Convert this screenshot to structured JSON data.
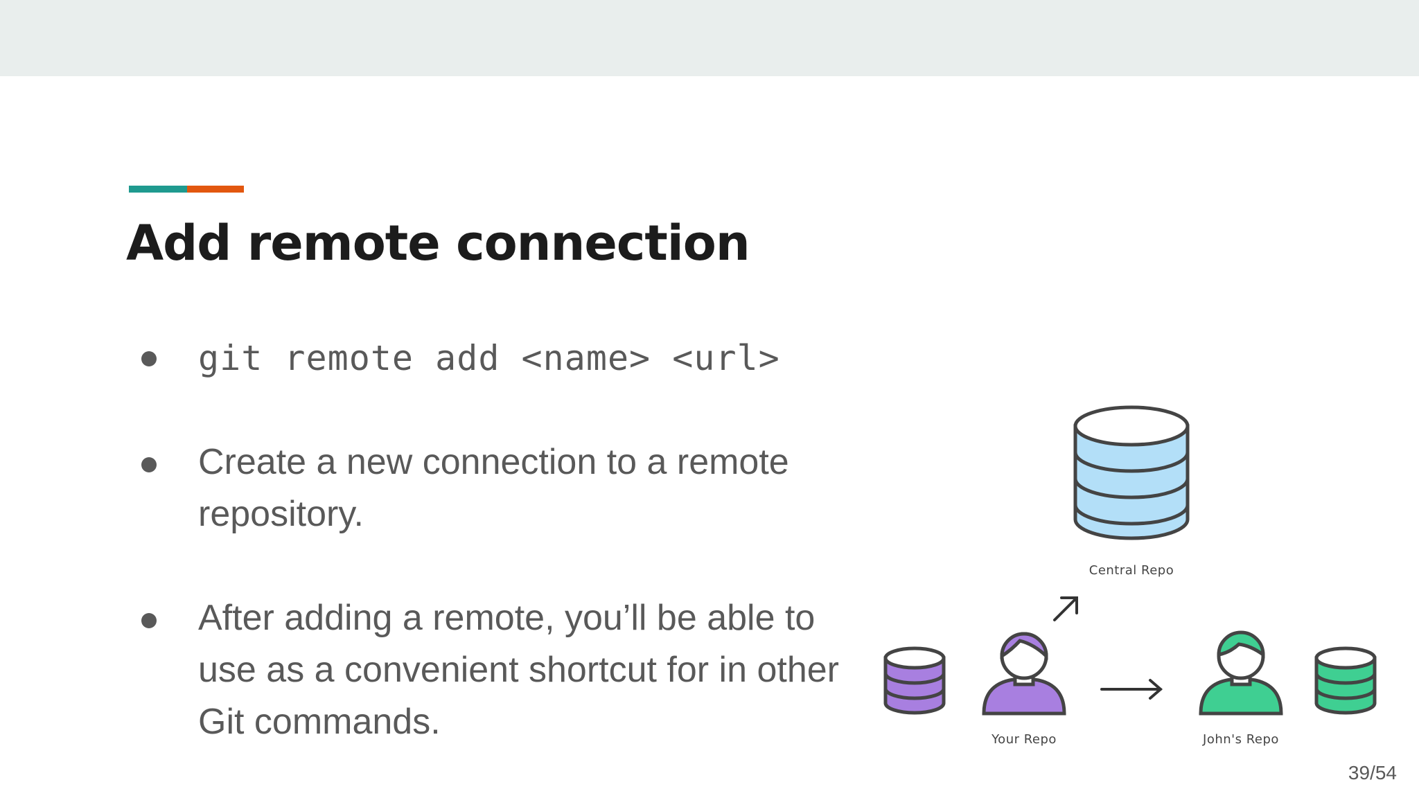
{
  "slide": {
    "title": "Add remote connection",
    "accent_colors": [
      "#1f9a8f",
      "#e2570f"
    ],
    "bullets": [
      "git remote add <name> <url>",
      "Create a new connection to a remote repository.",
      "After adding a remote, you’ll be able to use as a convenient shortcut for in other Git commands."
    ],
    "page_indicator": "39/54"
  },
  "diagram": {
    "central_label": "Central Repo",
    "your_label": "Your Repo",
    "johns_label": "John's Repo",
    "colors": {
      "central": "#b3dff8",
      "yours": "#a87fe0",
      "johns": "#3fcf92",
      "outline": "#444444"
    }
  }
}
